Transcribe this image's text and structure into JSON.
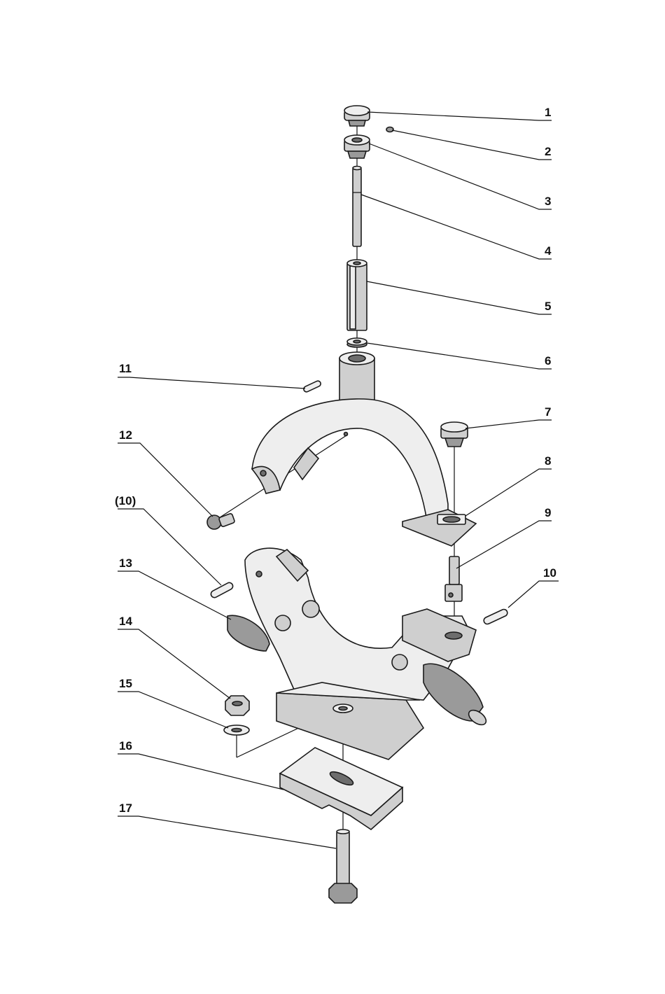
{
  "labels": [
    "1",
    "2",
    "3",
    "4",
    "5",
    "6",
    "7",
    "8",
    "9",
    "10",
    "11",
    "12",
    "(10)",
    "13",
    "14",
    "15",
    "16",
    "17"
  ],
  "colors": {
    "line": "#111111",
    "part_light": "#eeeeee",
    "part_mid": "#cfcfcf",
    "part_dark": "#9a9a9a"
  }
}
